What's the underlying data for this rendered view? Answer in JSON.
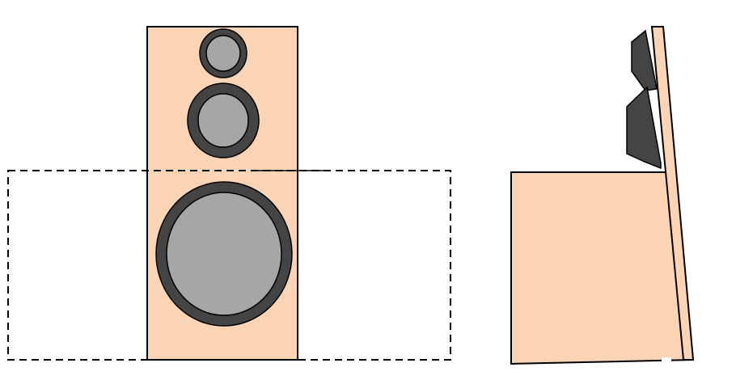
{
  "diagram": {
    "front_view": {
      "drivers": [
        {
          "kind": "tweeter"
        },
        {
          "kind": "midrange"
        },
        {
          "kind": "woofer"
        }
      ]
    },
    "side_view": {
      "parts": [
        "cabinet",
        "sloped-baffle",
        "driver-housing-upper",
        "driver-housing-lower"
      ]
    },
    "boundary": {
      "style": "dashed"
    }
  },
  "colors": {
    "cabinet_fill": "#fad4b4",
    "outline": "#000000",
    "driver_surround": "#444444",
    "driver_cone": "#a6a6a6",
    "driver_housing": "#444444",
    "dashed_line": "#000000",
    "background": "#ffffff"
  }
}
